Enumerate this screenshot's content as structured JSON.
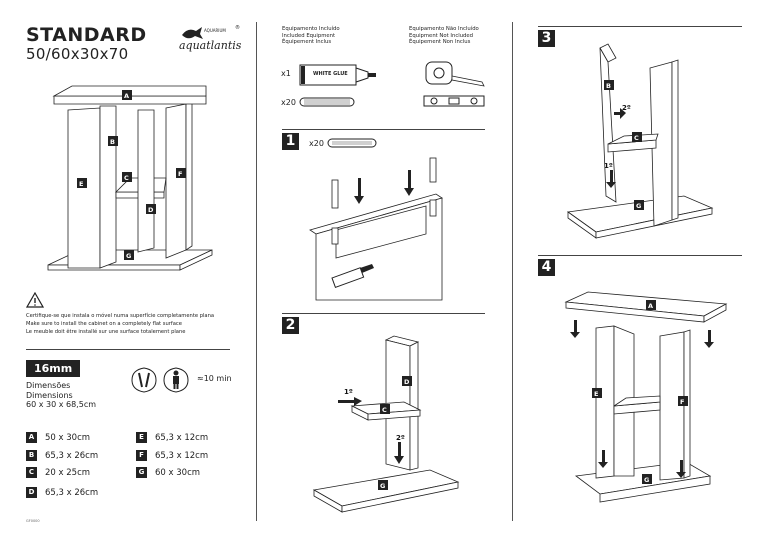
{
  "header": {
    "title": "STANDARD",
    "subtitle": "50/60x30x70"
  },
  "brand": {
    "small": "AQUARIUM",
    "name": "aquatlantis",
    "mark": "®"
  },
  "warning": {
    "pt": "Certifique-se que instala o móvel numa superfície completamente plana",
    "en": "Make sure to install the cabinet on a completely flat surface",
    "fr": "Le meuble doit être installé sur une surface totalement plane"
  },
  "thickness": "16mm",
  "dimensions": {
    "pt": "Dimensões",
    "en": "Dimensions",
    "value": "60 x 30 x 68,5cm"
  },
  "time": "≈10 min",
  "parts": [
    {
      "id": "A",
      "size": "50 x 30cm"
    },
    {
      "id": "B",
      "size": "65,3 x 26cm"
    },
    {
      "id": "C",
      "size": "20 x 25cm"
    },
    {
      "id": "D",
      "size": "65,3 x 26cm"
    },
    {
      "id": "E",
      "size": "65,3 x 12cm"
    },
    {
      "id": "F",
      "size": "65,3 x 12cm"
    },
    {
      "id": "G",
      "size": "60 x 30cm"
    }
  ],
  "footer_code": "GF0000",
  "included": {
    "pt": "Equipamento Incluído",
    "en": "Included Equipment",
    "fr": "Équipement Inclus"
  },
  "not_included": {
    "pt": "Equipamento Não Incluído",
    "en": "Equipment Not Included",
    "fr": "Équipement Non Inclus"
  },
  "glue": {
    "qty": "x1",
    "label": "WHITE GLUE"
  },
  "dowels": {
    "qty": "x20"
  },
  "steps": [
    {
      "num": "1",
      "qty": "x20"
    },
    {
      "num": "2",
      "first": "1º",
      "second": "2º"
    },
    {
      "num": "3",
      "first": "1º",
      "second": "2º"
    },
    {
      "num": "4"
    }
  ],
  "labels": {
    "A": "A",
    "B": "B",
    "C": "C",
    "D": "D",
    "E": "E",
    "F": "F",
    "G": "G"
  }
}
